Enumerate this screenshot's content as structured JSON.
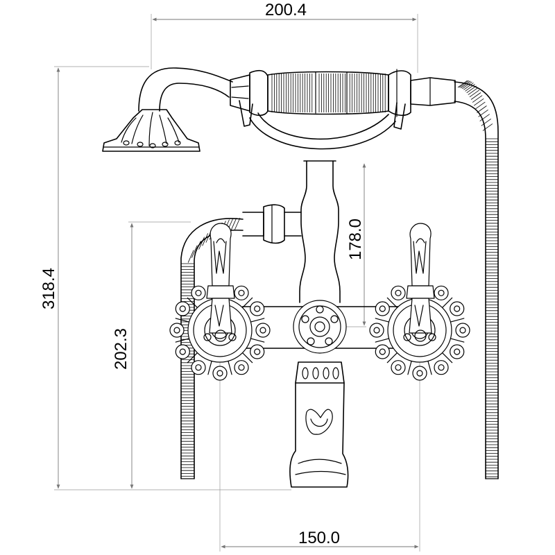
{
  "dimensions": {
    "top_width": "200.4",
    "total_height": "318.4",
    "spout_height": "202.3",
    "riser_height": "178.0",
    "center_spacing": "150.0"
  },
  "colors": {
    "line": "#000000",
    "dimension_line": "#777777",
    "background": "#ffffff"
  }
}
